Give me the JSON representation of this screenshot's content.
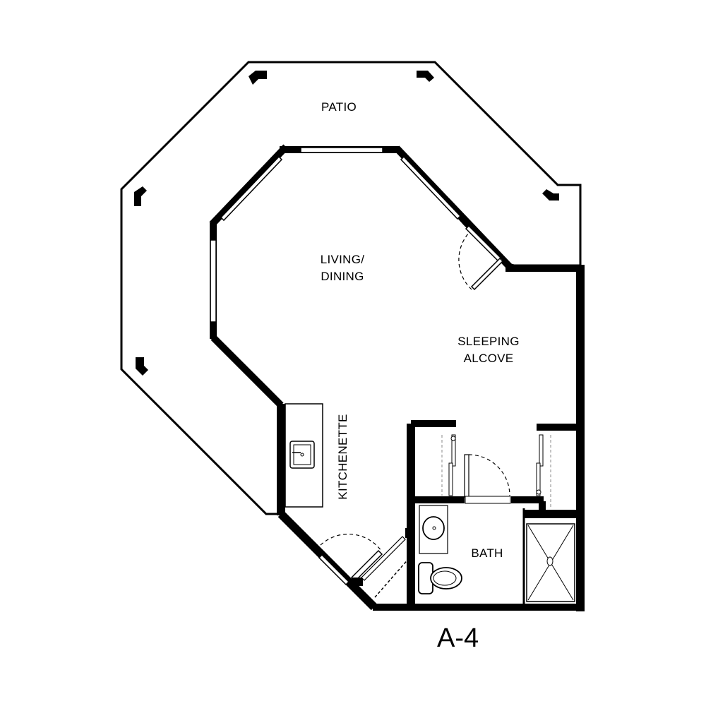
{
  "plan": {
    "unit_name": "A-4",
    "colors": {
      "wall": "#000000",
      "background": "#ffffff"
    },
    "rooms": [
      {
        "id": "patio",
        "label": "PATIO"
      },
      {
        "id": "living",
        "label_line1": "LIVING/",
        "label_line2": "DINING"
      },
      {
        "id": "sleeping",
        "label_line1": "SLEEPING",
        "label_line2": "ALCOVE"
      },
      {
        "id": "kitchenette",
        "label": "KITCHENETTE"
      },
      {
        "id": "bath",
        "label": "BATH"
      }
    ],
    "fixtures": [
      "kitchen-sink",
      "bath-sink",
      "toilet",
      "shower",
      "closet-left",
      "closet-right"
    ]
  }
}
